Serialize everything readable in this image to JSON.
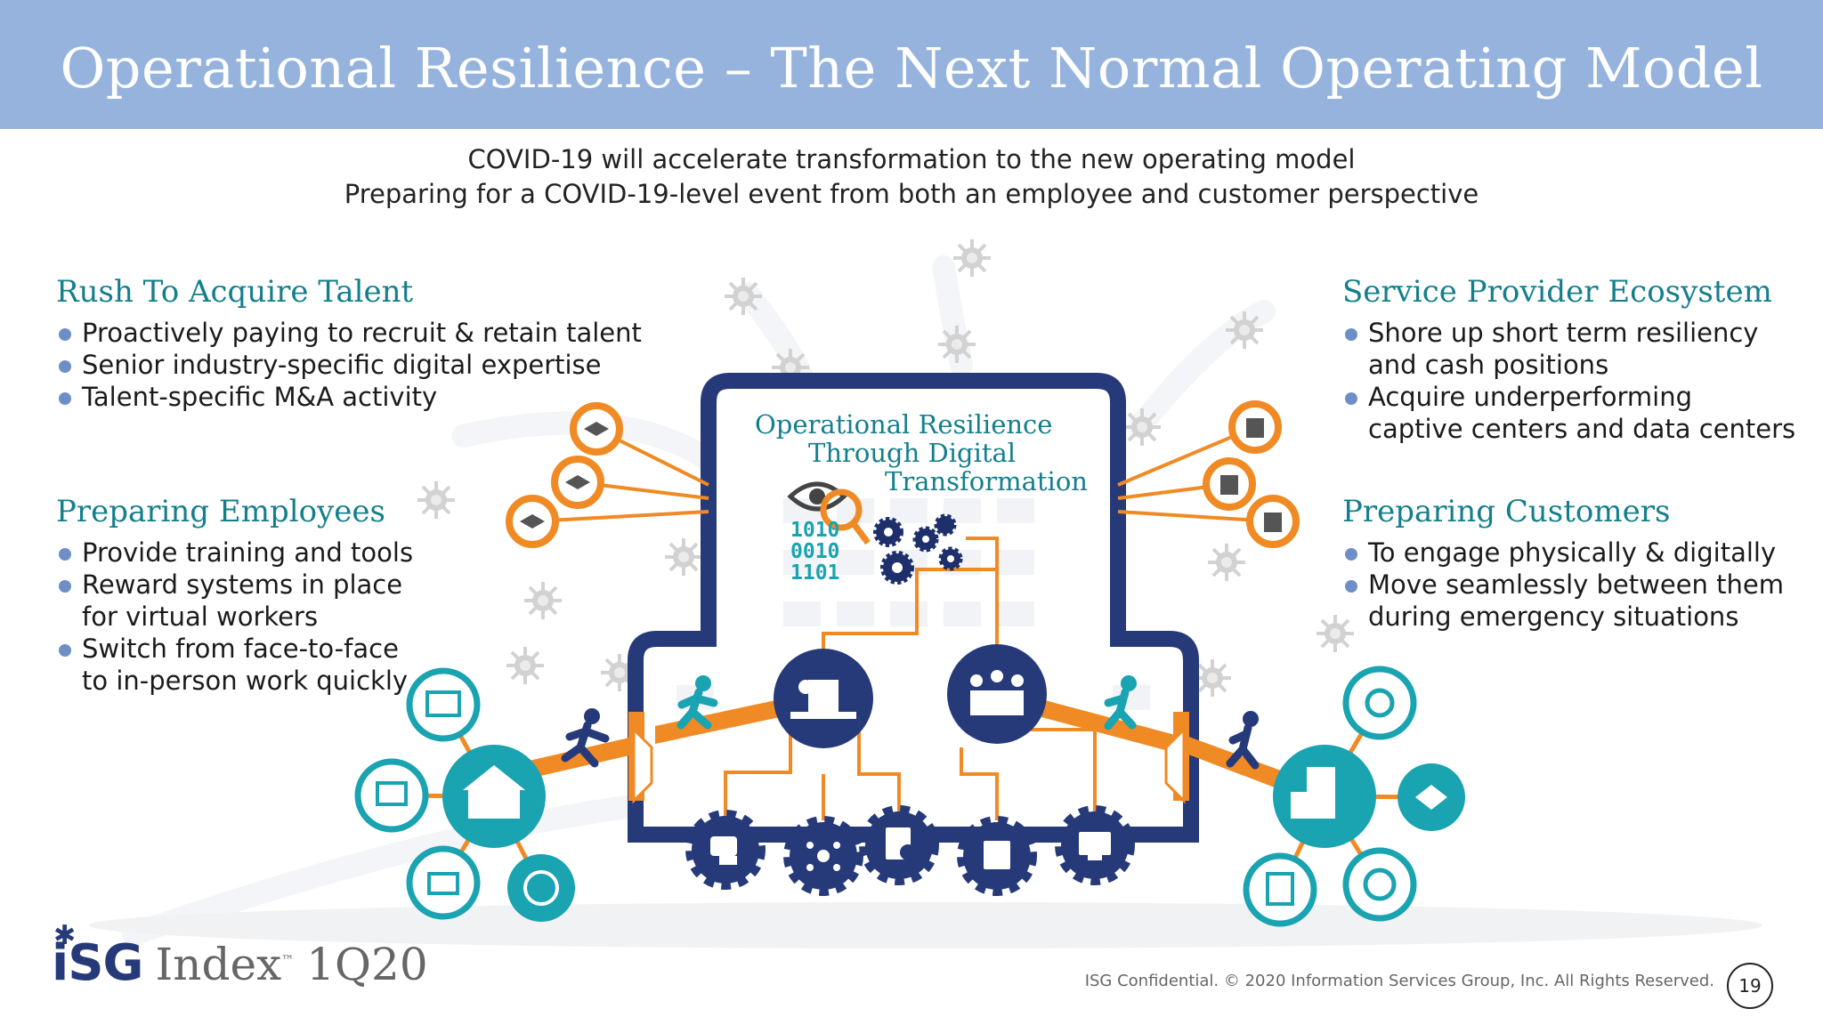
{
  "header": {
    "title": "Operational Resilience – The Next Normal Operating Model"
  },
  "subtitle": {
    "line1": "COVID-19 will accelerate transformation to the new operating model",
    "line2": "Preparing for a COVID-19-level event from both an employee and customer perspective"
  },
  "sections": {
    "talent": {
      "title": "Rush To Acquire Talent",
      "items": [
        "Proactively paying to recruit & retain talent",
        "Senior industry-specific digital expertise",
        "Talent-specific M&A activity"
      ]
    },
    "employees": {
      "title": "Preparing Employees",
      "items": [
        "Provide training and tools",
        "Reward systems in place",
        "for virtual workers",
        "Switch from face-to-face",
        "to in-person work quickly"
      ]
    },
    "provider": {
      "title": "Service Provider Ecosystem",
      "items": [
        "Shore up short term resiliency",
        "and cash positions",
        "Acquire underperforming",
        "captive centers and data centers"
      ]
    },
    "customers": {
      "title": "Preparing Customers",
      "items": [
        "To engage physically & digitally",
        "Move seamlessly between them",
        "during emergency situations"
      ]
    }
  },
  "center": {
    "label_line1": "Operational Resilience",
    "label_line2": "Through Digital",
    "label_line3": "Transformation",
    "binary": [
      "1010",
      "0010",
      "1101"
    ]
  },
  "colors": {
    "header": "#95b3dc",
    "teal": "#137f8c",
    "navy": "#263a7a",
    "orange": "#f08a24",
    "cyan": "#1aa3b0",
    "bullet": "#6e8fc6"
  },
  "icons": {
    "left_orange": [
      "graduation-cap-icon",
      "graduation-cap-icon",
      "graduation-cap-icon"
    ],
    "right_orange": [
      "office-building-icon",
      "office-building-icon",
      "office-building-icon"
    ],
    "left_hub": [
      "house-icon",
      "devices-icon",
      "presentation-icon",
      "video-chat-icon",
      "certificate-icon"
    ],
    "right_hub": [
      "city-buildings-icon",
      "robot-gear-icon",
      "handshake-icon",
      "brain-icon",
      "documents-icon"
    ],
    "gears": [
      "robot-chat-icon",
      "network-icon",
      "document-search-icon",
      "server-icon",
      "dashboard-icon"
    ]
  },
  "footer": {
    "logo_brand": "iSG",
    "logo_product": "Index",
    "logo_tm": "™",
    "logo_quarter": "1Q20",
    "copyright": "ISG Confidential. © 2020 Information Services Group, Inc.  All Rights Reserved.",
    "page": "19"
  }
}
